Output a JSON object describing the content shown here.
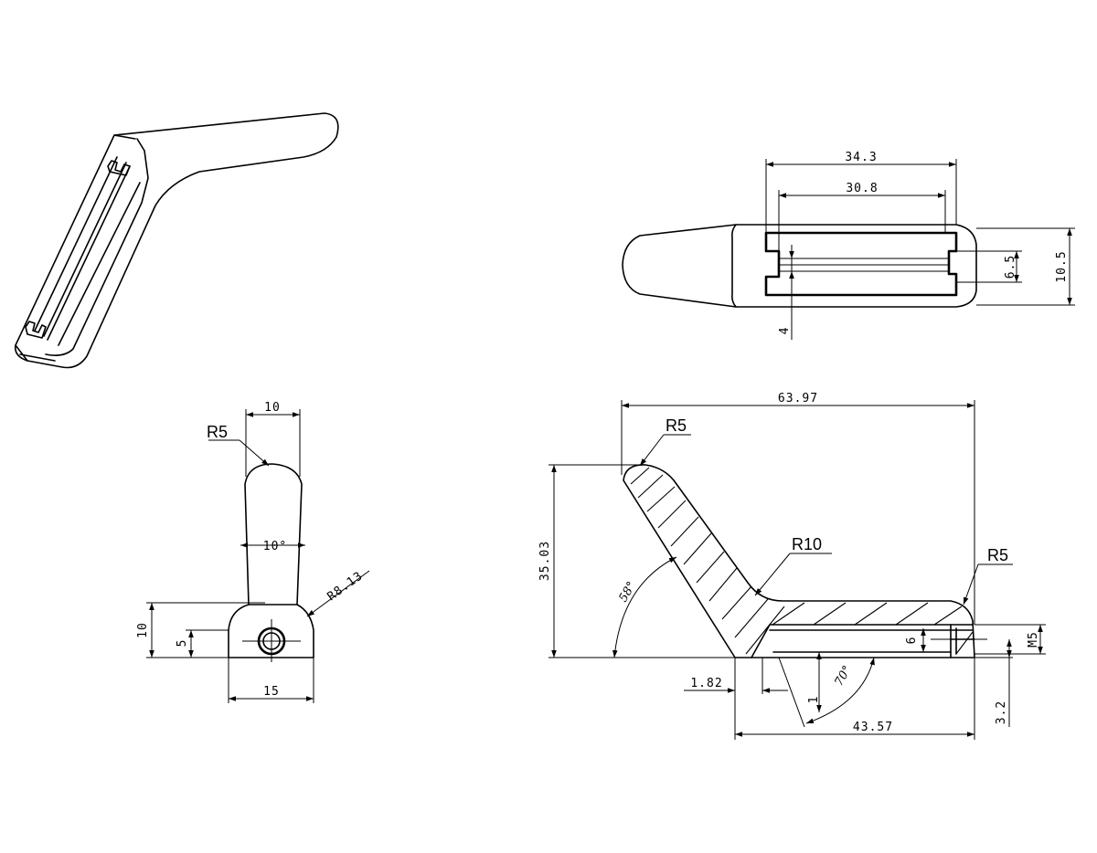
{
  "dimensions": {
    "top_overall_length": "34.3",
    "top_slot_length": "30.8",
    "top_slot_width": "6.5",
    "top_overall_width": "10.5",
    "top_notch": "4",
    "front_top_width": "10",
    "front_tip_radius": "R5",
    "front_taper_angle": "10°",
    "front_base_radius": "R8.13",
    "front_height": "10",
    "front_hole_height": "5",
    "front_base_width": "15",
    "side_overall_length": "63.97",
    "side_tip_radius": "R5",
    "side_height": "35.03",
    "side_bend_radius": "R10",
    "side_end_radius": "R5",
    "side_arm_angle": "58°",
    "side_offset": "1.82",
    "side_lip": "1",
    "side_slot_angle": "70°",
    "side_bottom_length": "43.57",
    "side_slot_height": "6",
    "side_thread": "M5",
    "side_thread_offset": "3.2"
  }
}
